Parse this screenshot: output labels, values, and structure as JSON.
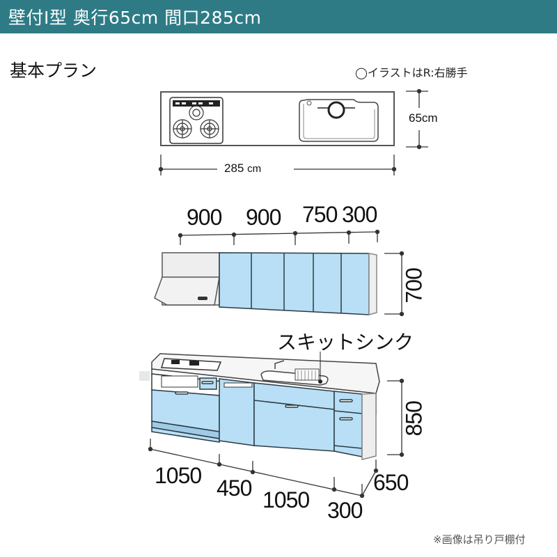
{
  "header": {
    "title": "壁付I型 奥行65cm 間口285cm",
    "background": "#2e7b86"
  },
  "section": {
    "title": "基本プラン"
  },
  "notes": {
    "illustration": "◯イラストはR:右勝手",
    "footnote": "※画像は吊り戸棚付"
  },
  "plan_view": {
    "depth_label": "65cm",
    "width_label_value": "285",
    "width_label_unit": "cm"
  },
  "wall_cabinet": {
    "widths": [
      "900",
      "900",
      "750",
      "300"
    ],
    "height": "700"
  },
  "base_cabinet": {
    "sink_label": "スキットシンク",
    "height": "850",
    "depth": "650",
    "widths": [
      "1050",
      "450",
      "1050",
      "300"
    ]
  },
  "colors": {
    "panel_blue": "#b8dff5",
    "line": "#2b3a44",
    "body_gray": "#eeeeee"
  }
}
